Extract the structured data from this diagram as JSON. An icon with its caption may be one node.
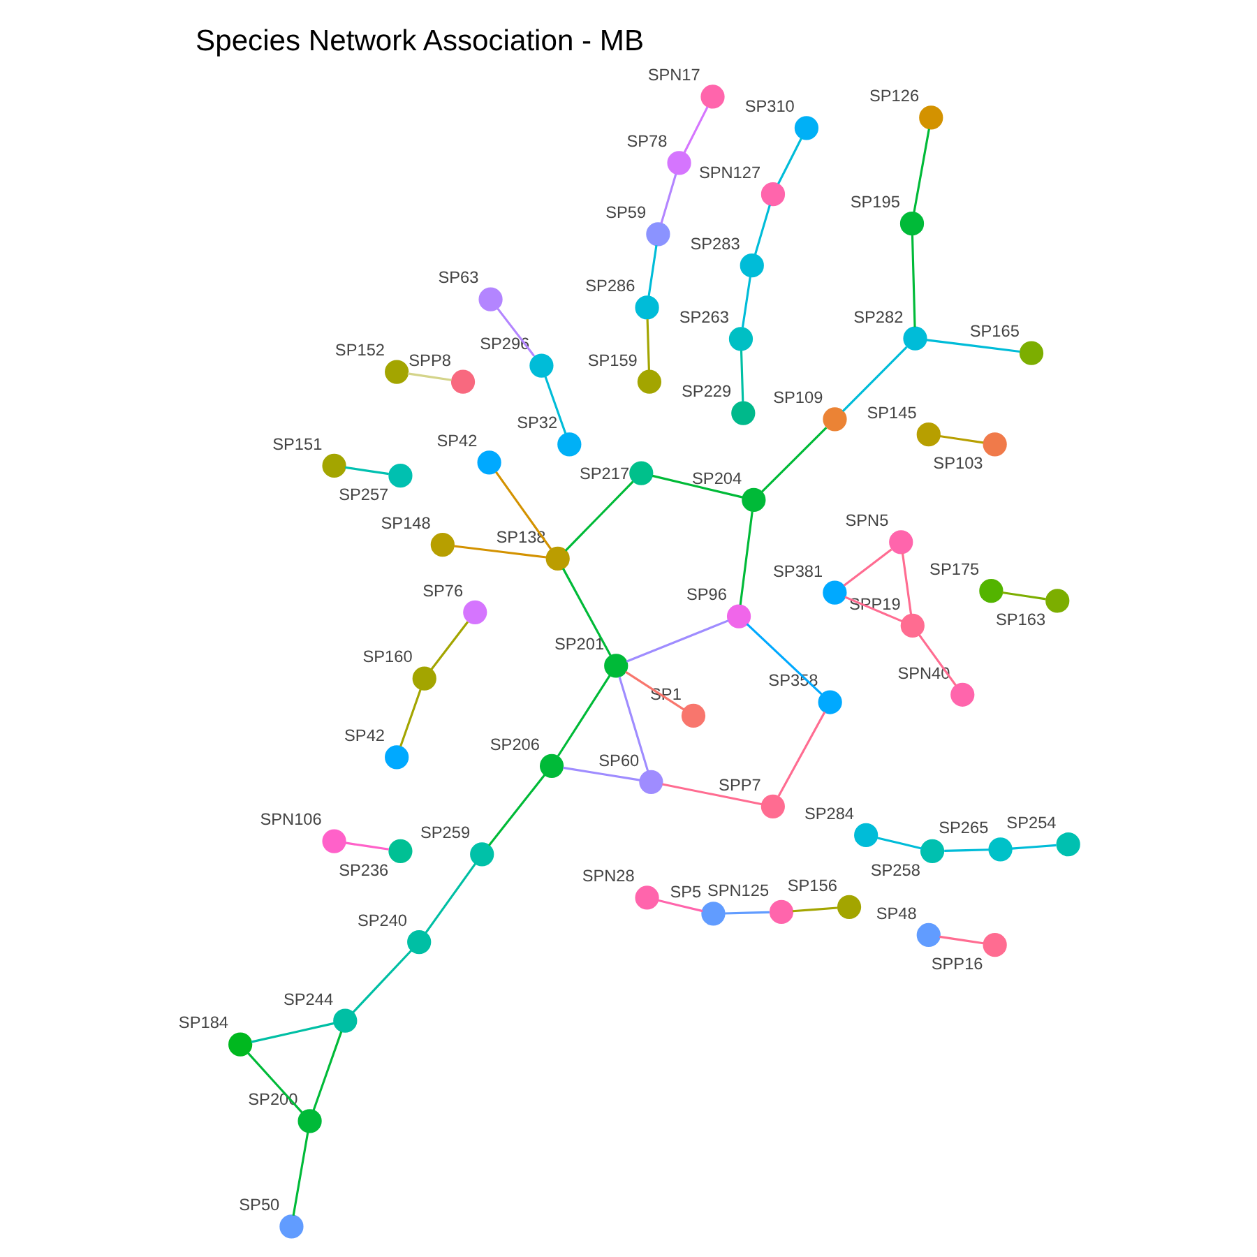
{
  "diagram": {
    "title": "Species Network Association - MB",
    "nodes": [
      {
        "text": [
          "SP152"
        ]
      },
      {
        "text": [
          "SPP8"
        ]
      },
      {
        "text": [
          "SP200"
        ]
      },
      {
        "text": [
          "SP50"
        ]
      },
      {
        "text": [
          "SP244"
        ]
      },
      {
        "text": [
          "SP184"
        ]
      },
      {
        "text": [
          "SP240"
        ]
      },
      {
        "text": [
          "SP259"
        ]
      },
      {
        "text": [
          "SP206"
        ]
      },
      {
        "text": [
          "SP60"
        ]
      },
      {
        "text": [
          "SP201"
        ]
      },
      {
        "text": [
          "SP96"
        ]
      },
      {
        "text": [
          "SPP7"
        ]
      },
      {
        "text": [
          "SP358"
        ]
      },
      {
        "text": [
          "SP1"
        ]
      },
      {
        "text": [
          "SP217"
        ]
      },
      {
        "text": [
          "SP138"
        ]
      },
      {
        "text": [
          "SP204"
        ]
      },
      {
        "text": [
          "SP109"
        ]
      },
      {
        "text": [
          "SP282"
        ]
      },
      {
        "text": [
          "SP195"
        ]
      },
      {
        "text": [
          "SP126"
        ]
      },
      {
        "text": [
          "SP165"
        ]
      },
      {
        "text": [
          "SP148"
        ]
      },
      {
        "text": [
          "SP42"
        ]
      },
      {
        "text": [
          "SP263"
        ]
      },
      {
        "text": [
          "SP229"
        ]
      },
      {
        "text": [
          "SP283"
        ]
      },
      {
        "text": [
          "SP286"
        ]
      },
      {
        "text": [
          "SP159"
        ]
      },
      {
        "text": [
          "SP59"
        ]
      },
      {
        "text": [
          "SP265"
        ]
      },
      {
        "text": [
          "SP254"
        ]
      },
      {
        "text": [
          "SP258"
        ]
      },
      {
        "text": [
          "SP78"
        ]
      },
      {
        "text": [
          "SPN17"
        ]
      },
      {
        "text": [
          "SPN127"
        ]
      },
      {
        "text": [
          "SP145"
        ]
      },
      {
        "text": [
          "SP103"
        ]
      },
      {
        "text": [
          "SP310"
        ]
      },
      {
        "text": [
          "SP284"
        ]
      },
      {
        "text": [
          "SP63"
        ]
      },
      {
        "text": [
          "SP296"
        ]
      },
      {
        "text": [
          "SP381"
        ]
      },
      {
        "text": [
          "SPP19"
        ]
      },
      {
        "text": [
          "SPN40"
        ]
      },
      {
        "text": [
          "SPN5"
        ]
      },
      {
        "text": [
          "SP32"
        ]
      },
      {
        "text": [
          "SP48"
        ]
      },
      {
        "text": [
          "SPP16"
        ]
      },
      {
        "text": [
          "SP151"
        ]
      },
      {
        "text": [
          "SP257"
        ]
      },
      {
        "text": [
          "SPN106"
        ]
      },
      {
        "text": [
          "SP236"
        ]
      },
      {
        "text": [
          "SPN125"
        ]
      },
      {
        "text": [
          "SP156"
        ]
      },
      {
        "text": [
          "SP5"
        ]
      },
      {
        "text": [
          "SP160"
        ]
      },
      {
        "text": [
          "SP76"
        ]
      },
      {
        "text": [
          "SP42"
        ]
      },
      {
        "text": [
          "SP175"
        ]
      },
      {
        "text": [
          "SP163"
        ]
      },
      {
        "text": [
          "SPN28"
        ]
      }
    ],
    "edges": [
      {
        "from": 0,
        "to": 1,
        "arrow": "none",
        "color": "#d4d48a"
      },
      {
        "from": 2,
        "to": 3,
        "arrow": "none",
        "color": "#00ba38"
      },
      {
        "from": 2,
        "to": 4,
        "arrow": "none",
        "color": "#00ba38"
      },
      {
        "from": 2,
        "to": 5,
        "arrow": "none",
        "color": "#00ba38"
      },
      {
        "from": 4,
        "to": 6,
        "arrow": "none",
        "color": "#00bfa4"
      },
      {
        "from": 4,
        "to": 5,
        "arrow": "none",
        "color": "#00bfa4"
      },
      {
        "from": 6,
        "to": 7,
        "arrow": "none",
        "color": "#00bfa4"
      },
      {
        "from": 7,
        "to": 8,
        "arrow": "none",
        "color": "#00ba38"
      },
      {
        "from": 8,
        "to": 9,
        "arrow": "none",
        "color": "#9f8cff"
      },
      {
        "from": 8,
        "to": 10,
        "arrow": "none",
        "color": "#00ba38"
      },
      {
        "from": 9,
        "to": 10,
        "arrow": "none",
        "color": "#9f8cff"
      },
      {
        "from": 10,
        "to": 11,
        "arrow": "none",
        "color": "#9f8cff"
      },
      {
        "from": 9,
        "to": 12,
        "arrow": "none",
        "color": "#ff6c91"
      },
      {
        "from": 12,
        "to": 13,
        "arrow": "none",
        "color": "#ff6c91"
      },
      {
        "from": 14,
        "to": 10,
        "arrow": "none",
        "color": "#f8766d"
      },
      {
        "from": 15,
        "to": 16,
        "arrow": "none",
        "color": "#00ba38"
      },
      {
        "from": 15,
        "to": 17,
        "arrow": "none",
        "color": "#00ba38"
      },
      {
        "from": 17,
        "to": 18,
        "arrow": "none",
        "color": "#00ba38"
      },
      {
        "from": 17,
        "to": 11,
        "arrow": "none",
        "color": "#00ba38"
      },
      {
        "from": 13,
        "to": 11,
        "arrow": "none",
        "color": "#00a9ff"
      },
      {
        "from": 18,
        "to": 19,
        "arrow": "none",
        "color": "#00bcd8"
      },
      {
        "from": 19,
        "to": 20,
        "arrow": "none",
        "color": "#00ba38"
      },
      {
        "from": 21,
        "to": 20,
        "arrow": "none",
        "color": "#00ba38"
      },
      {
        "from": 22,
        "to": 19,
        "arrow": "none",
        "color": "#00bcd8"
      },
      {
        "from": 16,
        "to": 10,
        "arrow": "none",
        "color": "#00ba38"
      },
      {
        "from": 16,
        "to": 23,
        "arrow": "none",
        "color": "#d39200"
      },
      {
        "from": 16,
        "to": 24,
        "arrow": "none",
        "color": "#d39200"
      },
      {
        "from": 25,
        "to": 26,
        "arrow": "none",
        "color": "#00bfa4"
      },
      {
        "from": 25,
        "to": 27,
        "arrow": "none",
        "color": "#00bcd8"
      },
      {
        "from": 28,
        "to": 29,
        "arrow": "none",
        "color": "#a3a500"
      },
      {
        "from": 28,
        "to": 30,
        "arrow": "none",
        "color": "#00bcd8"
      },
      {
        "from": 31,
        "to": 32,
        "arrow": "none",
        "color": "#00bcd8"
      },
      {
        "from": 31,
        "to": 33,
        "arrow": "none",
        "color": "#00bcd8"
      },
      {
        "from": 34,
        "to": 30,
        "arrow": "none",
        "color": "#b385ff"
      },
      {
        "from": 34,
        "to": 35,
        "arrow": "none",
        "color": "#d575fe"
      },
      {
        "from": 27,
        "to": 36,
        "arrow": "none",
        "color": "#00bcd8"
      },
      {
        "from": 37,
        "to": 38,
        "arrow": "none",
        "color": "#b79f00"
      },
      {
        "from": 36,
        "to": 39,
        "arrow": "none",
        "color": "#00bcd8"
      },
      {
        "from": 40,
        "to": 33,
        "arrow": "none",
        "color": "#00bcd8"
      },
      {
        "from": 41,
        "to": 42,
        "arrow": "none",
        "color": "#b385ff"
      },
      {
        "from": 43,
        "to": 44,
        "arrow": "none",
        "color": "#ff6c91"
      },
      {
        "from": 43,
        "to": 46,
        "arrow": "none",
        "color": "#ff6c91"
      },
      {
        "from": 44,
        "to": 45,
        "arrow": "none",
        "color": "#ff6c91"
      },
      {
        "from": 44,
        "to": 46,
        "arrow": "none",
        "color": "#ff6c91"
      },
      {
        "from": 42,
        "to": 47,
        "arrow": "none",
        "color": "#00bcd8"
      },
      {
        "from": 48,
        "to": 49,
        "arrow": "none",
        "color": "#ff6c91"
      },
      {
        "from": 50,
        "to": 51,
        "arrow": "none",
        "color": "#00c0b0"
      },
      {
        "from": 52,
        "to": 53,
        "arrow": "none",
        "color": "#ff61c9"
      },
      {
        "from": 54,
        "to": 55,
        "arrow": "none",
        "color": "#a3a500"
      },
      {
        "from": 56,
        "to": 54,
        "arrow": "none",
        "color": "#619cff"
      },
      {
        "from": 57,
        "to": 58,
        "arrow": "none",
        "color": "#a3a500"
      },
      {
        "from": 57,
        "to": 59,
        "arrow": "none",
        "color": "#a3a500"
      },
      {
        "from": 60,
        "to": 61,
        "arrow": "none",
        "color": "#7cae00"
      },
      {
        "from": 62,
        "to": 56,
        "arrow": "none",
        "color": "#ff65ac"
      }
    ]
  }
}
